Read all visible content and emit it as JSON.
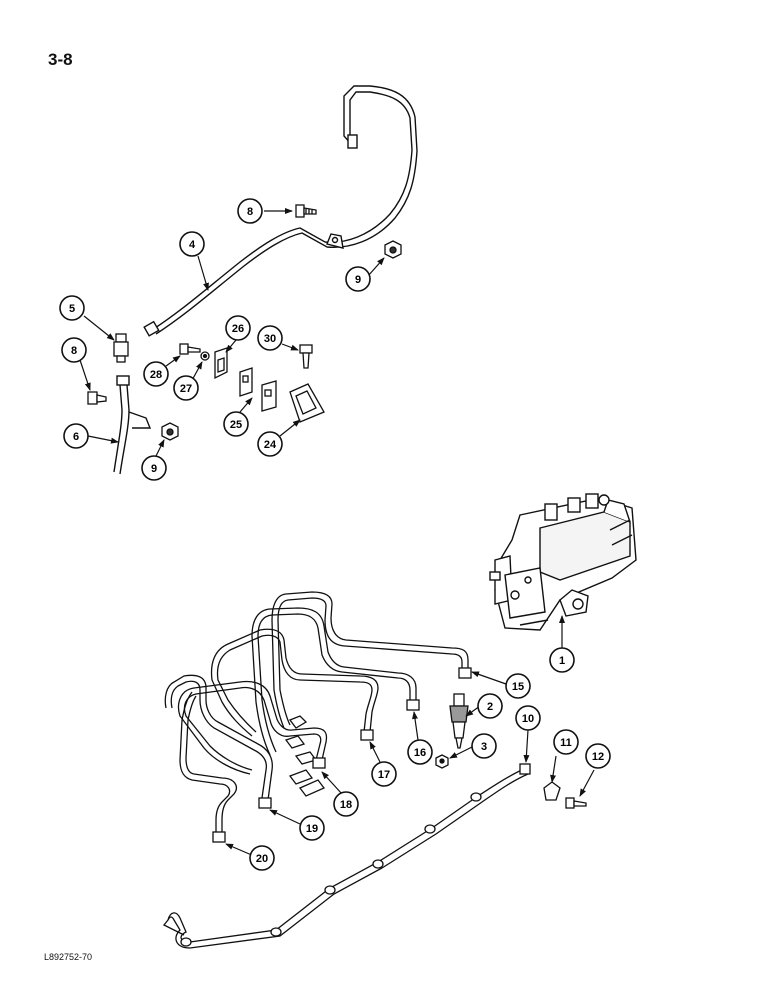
{
  "page": {
    "number": "3-8",
    "drawing_code": "L892752-70"
  },
  "callouts": [
    {
      "id": "c1",
      "label": "1"
    },
    {
      "id": "c2",
      "label": "2"
    },
    {
      "id": "c3",
      "label": "3"
    },
    {
      "id": "c4",
      "label": "4"
    },
    {
      "id": "c5",
      "label": "5"
    },
    {
      "id": "c6",
      "label": "6"
    },
    {
      "id": "c8a",
      "label": "8"
    },
    {
      "id": "c8b",
      "label": "8"
    },
    {
      "id": "c9a",
      "label": "9"
    },
    {
      "id": "c9b",
      "label": "9"
    },
    {
      "id": "c10",
      "label": "10"
    },
    {
      "id": "c11",
      "label": "11"
    },
    {
      "id": "c12",
      "label": "12"
    },
    {
      "id": "c15",
      "label": "15"
    },
    {
      "id": "c16",
      "label": "16"
    },
    {
      "id": "c17",
      "label": "17"
    },
    {
      "id": "c18",
      "label": "18"
    },
    {
      "id": "c19",
      "label": "19"
    },
    {
      "id": "c20",
      "label": "20"
    },
    {
      "id": "c24",
      "label": "24"
    },
    {
      "id": "c25",
      "label": "25"
    },
    {
      "id": "c26",
      "label": "26"
    },
    {
      "id": "c27",
      "label": "27"
    },
    {
      "id": "c28",
      "label": "28"
    },
    {
      "id": "c30",
      "label": "30"
    }
  ]
}
